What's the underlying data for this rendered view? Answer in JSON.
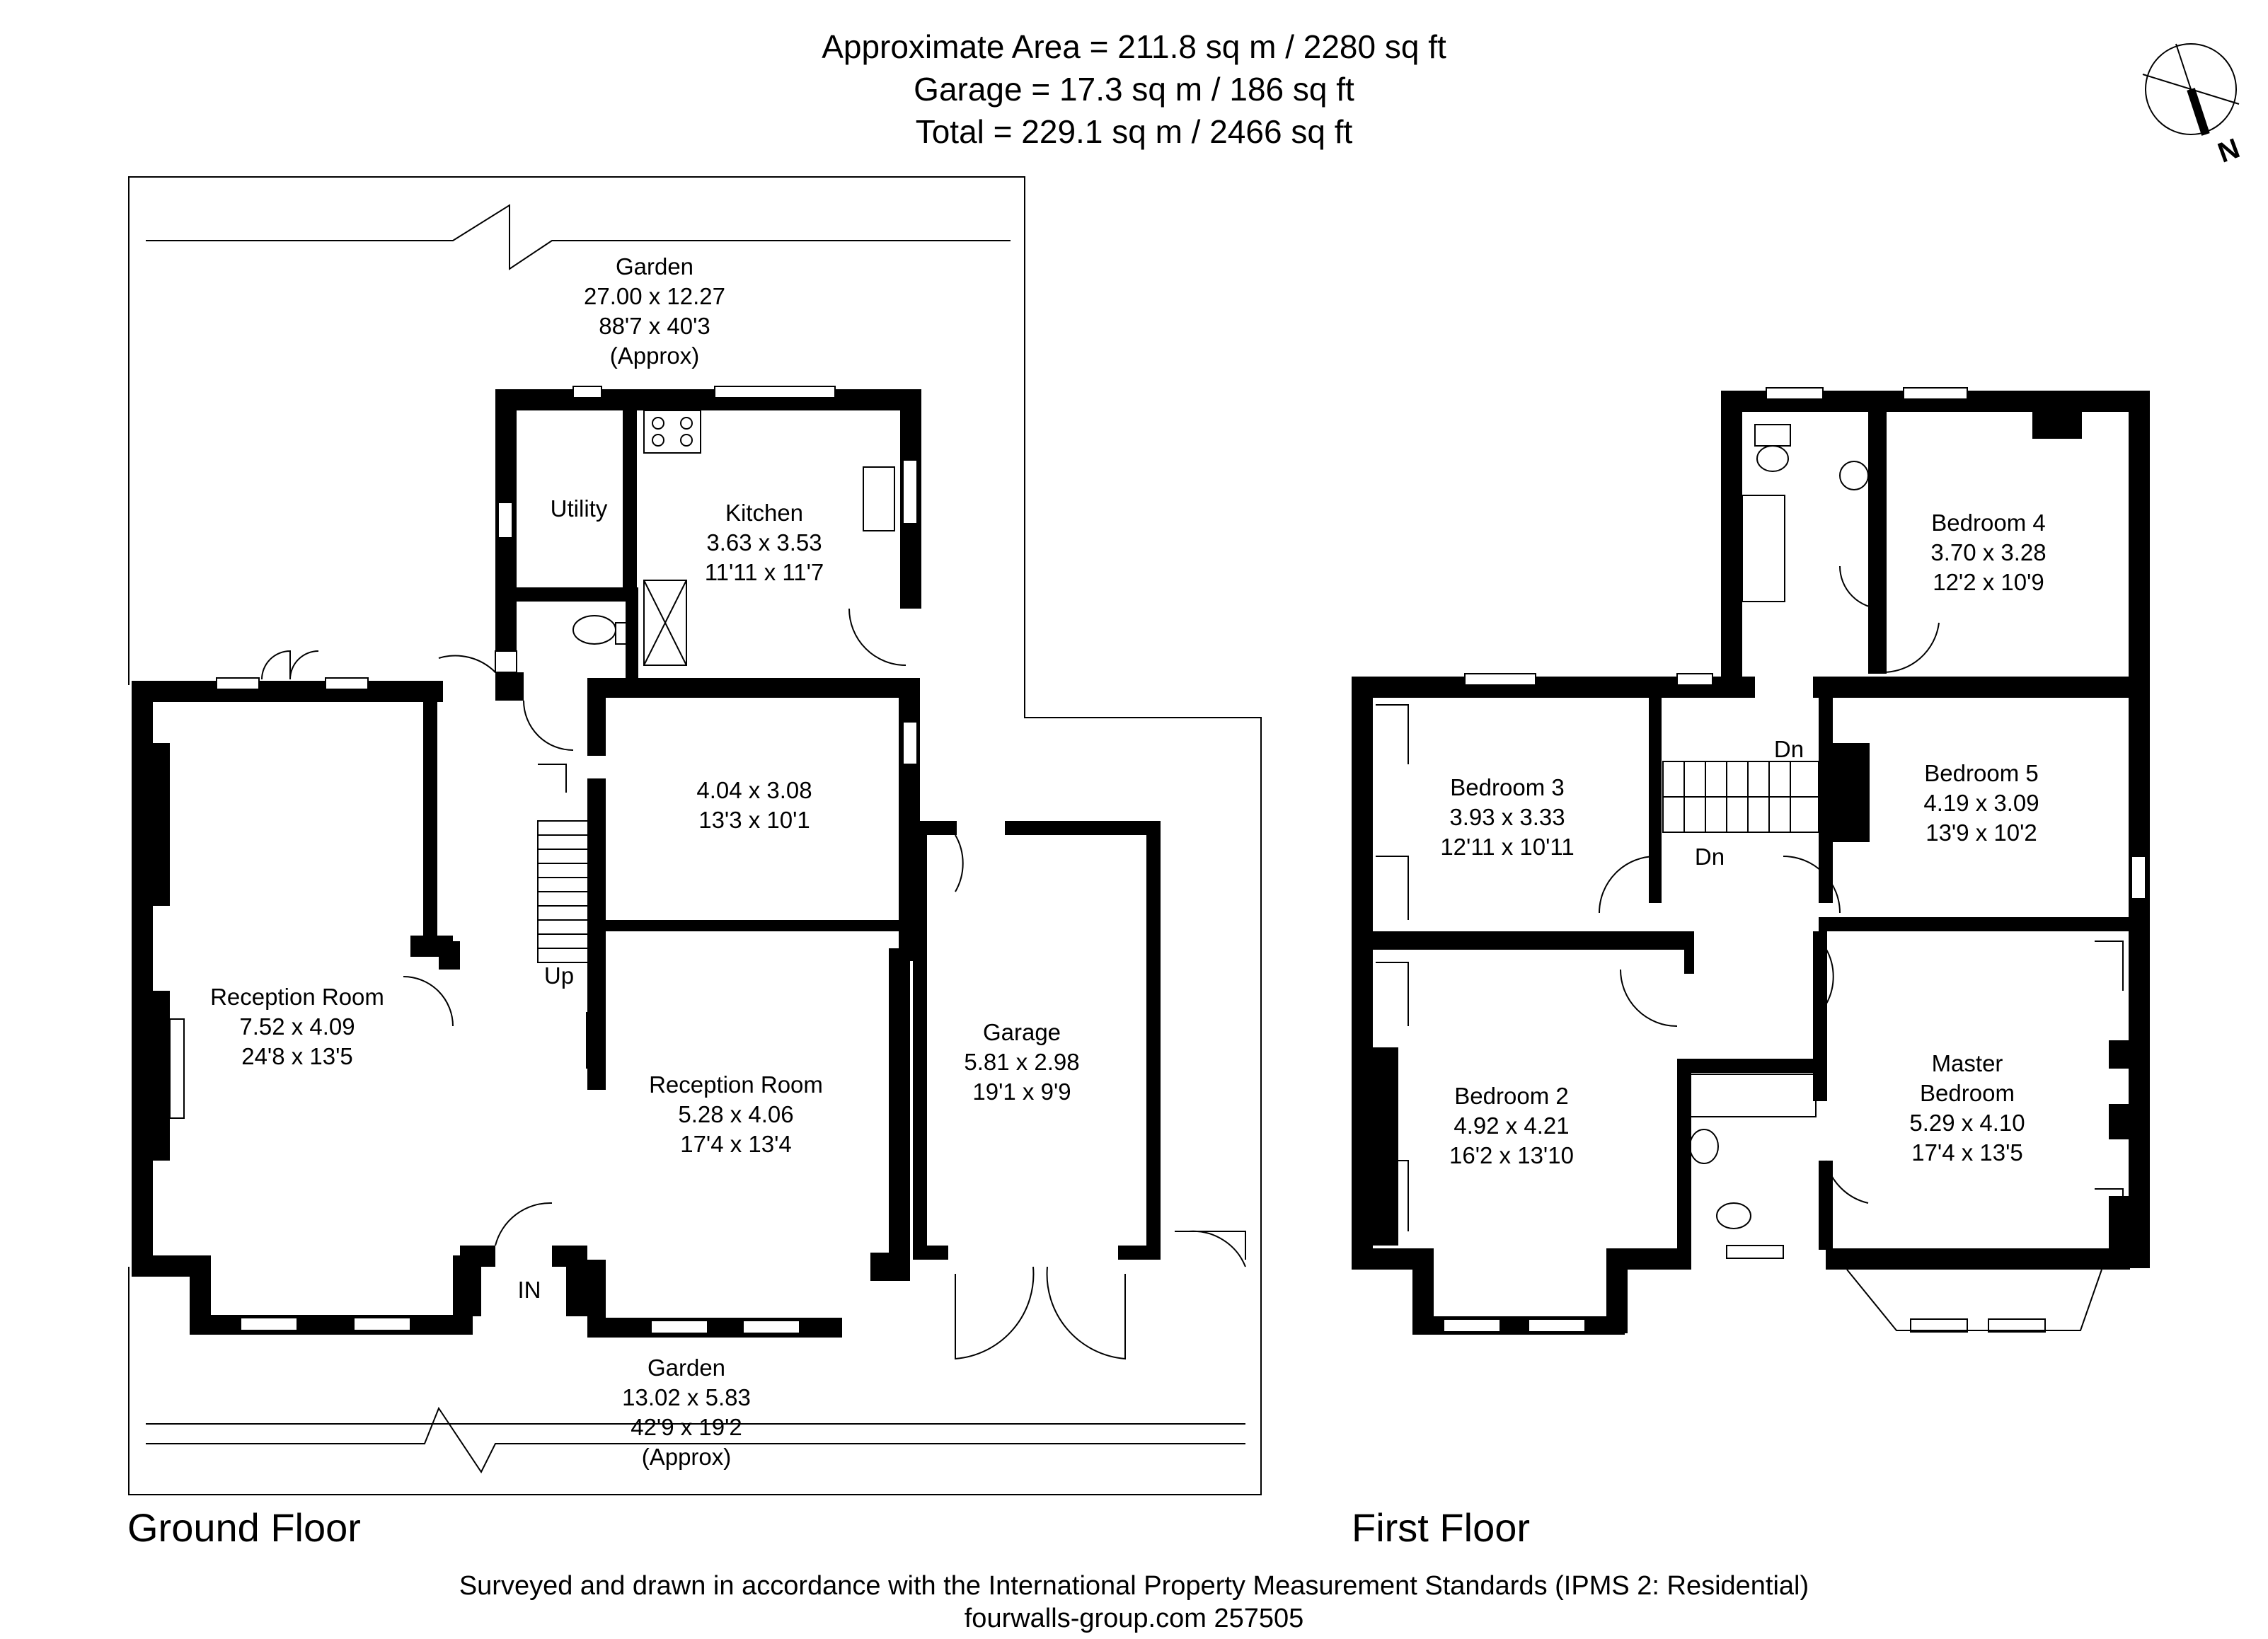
{
  "header": {
    "area_line": "Approximate  Area = 211.8 sq m / 2280 sq ft",
    "garage_line": "Garage = 17.3 sq m / 186 sq ft",
    "total_line": "Total = 229.1 sq m / 2466 sq ft"
  },
  "compass": {
    "label": "N",
    "icon": "north-arrow-icon"
  },
  "ground_floor": {
    "label": "Ground Floor",
    "rooms": [
      {
        "name": "Garden",
        "dims": [
          "27.00 x 12.27",
          "88'7 x 40'3",
          "(Approx)"
        ]
      },
      {
        "name": "Utility",
        "dims": []
      },
      {
        "name": "Kitchen",
        "dims": [
          "3.63 x 3.53",
          "11'11 x 11'7"
        ]
      },
      {
        "name": "",
        "dims": [
          "4.04 x 3.08",
          "13'3 x 10'1"
        ]
      },
      {
        "name": "Reception Room",
        "dims": [
          "7.52 x 4.09",
          "24'8 x 13'5"
        ]
      },
      {
        "name": "Reception Room",
        "dims": [
          "5.28 x 4.06",
          "17'4 x 13'4"
        ]
      },
      {
        "name": "Garage",
        "dims": [
          "5.81 x 2.98",
          "19'1 x 9'9"
        ]
      },
      {
        "name": "Garden",
        "dims": [
          "13.02 x 5.83",
          "42'9 x 19'2",
          "(Approx)"
        ]
      }
    ],
    "labels": {
      "stairs": "Up",
      "entrance": "IN"
    }
  },
  "first_floor": {
    "label": "First Floor",
    "rooms": [
      {
        "name": "Bedroom 4",
        "dims": [
          "3.70 x 3.28",
          "12'2 x 10'9"
        ]
      },
      {
        "name": "Bedroom 3",
        "dims": [
          "3.93 x 3.33",
          "12'11 x 10'11"
        ]
      },
      {
        "name": "Bedroom 5",
        "dims": [
          "4.19 x 3.09",
          "13'9 x 10'2"
        ]
      },
      {
        "name": "Bedroom 2",
        "dims": [
          "4.92 x 4.21",
          "16'2 x 13'10"
        ]
      },
      {
        "name": "Master",
        "dims": [
          "Bedroom",
          "5.29 x 4.10",
          "17'4 x 13'5"
        ]
      }
    ],
    "labels": {
      "stairs_top": "Dn",
      "stairs_bottom": "Dn"
    }
  },
  "footer": {
    "line1": "Surveyed and drawn in accordance with the International Property Measurement Standards (IPMS 2: Residential)",
    "line2": "fourwalls-group.com 257505"
  },
  "colors": {
    "wall": "#000000",
    "line": "#000000",
    "background": "#ffffff"
  }
}
